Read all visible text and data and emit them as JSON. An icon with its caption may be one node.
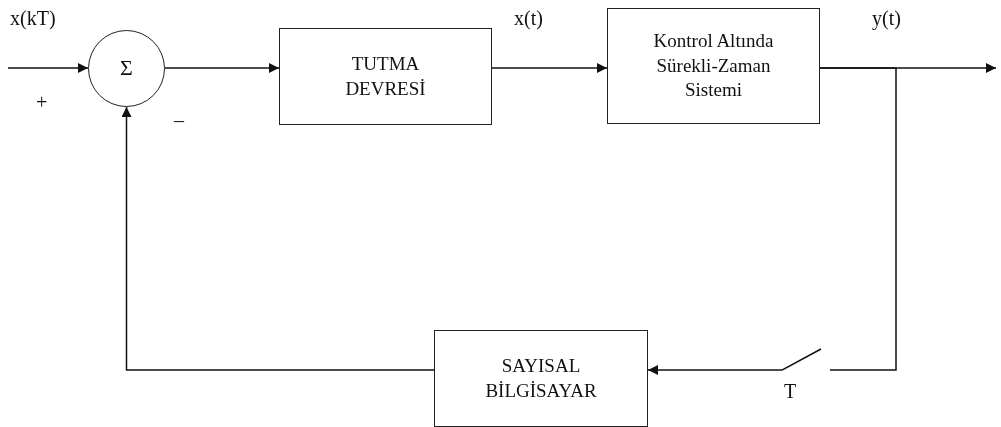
{
  "diagram": {
    "nodes": [
      {
        "text": [
          "Σ"
        ]
      },
      {
        "text": [
          "TUTMA DEVRESİ"
        ]
      },
      {
        "text": [
          "Kontrol Altında Sürekli-Zaman Sistemi"
        ]
      },
      {
        "text": [
          "SAYISAL BİLGİSAYAR"
        ]
      },
      {
        "text": [],
        "shape": "switch",
        "beside": [
          "T"
        ]
      }
    ],
    "edges": [
      {
        "from": null,
        "to": 0,
        "arrow": "to",
        "label": "x(kT)"
      },
      {
        "from": 0,
        "to": 1,
        "arrow": "to"
      },
      {
        "from": 1,
        "to": 2,
        "arrow": "to",
        "label": "x(t)"
      },
      {
        "from": 2,
        "to": null,
        "arrow": "to",
        "label": "y(t)"
      },
      {
        "from": 2,
        "to": 4,
        "arrow": "none"
      },
      {
        "from": 4,
        "to": 3,
        "arrow": "to"
      },
      {
        "from": 3,
        "to": 0,
        "arrow": "to"
      }
    ],
    "labels": [
      "+",
      "–"
    ]
  }
}
